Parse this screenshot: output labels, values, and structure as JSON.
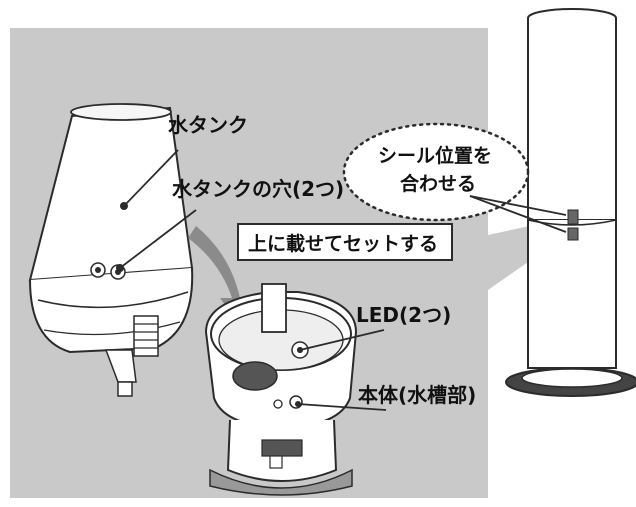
{
  "labels": {
    "water_tank": "水タンク",
    "water_tank_holes": "水タンクの穴(2つ)",
    "place_instruction": "上に載せてセットする",
    "seal_position_line1": "シール位置を",
    "seal_position_line2": "合わせる",
    "led": "LED(2つ)",
    "main_body": "本体(水槽部)"
  },
  "colors": {
    "panel_bg": "#c9c9c9",
    "outline": "#2b2b2b",
    "white": "#ffffff",
    "arrow": "#8b8b8b"
  },
  "icons": {
    "drop_arrow": "curved-down-arrow",
    "seal_callout": "dotted-cloud-callout"
  }
}
